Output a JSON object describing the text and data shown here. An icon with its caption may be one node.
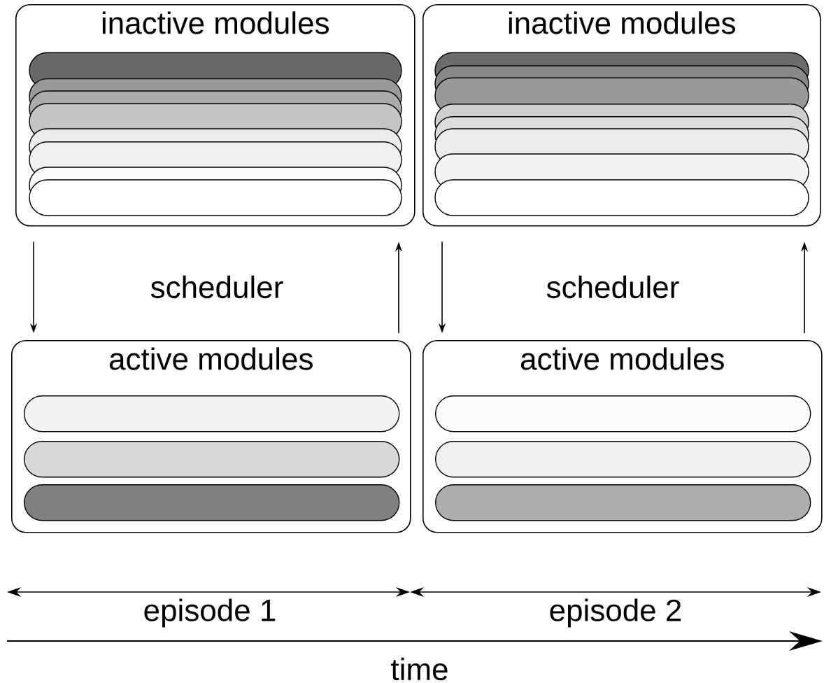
{
  "diagram": {
    "nodes": [
      {
        "text": [
          "inactive modules"
        ]
      },
      {
        "text": [
          "inactive modules"
        ]
      },
      {
        "text": [
          "active modules"
        ]
      },
      {
        "text": [],
        "shape": "capsule",
        "in": 2
      },
      {
        "text": [],
        "shape": "capsule",
        "in": 2
      },
      {
        "text": [],
        "shape": "capsule",
        "in": 2
      },
      {
        "text": [
          "active modules"
        ]
      },
      {
        "text": [],
        "shape": "capsule",
        "in": 6
      },
      {
        "text": [],
        "shape": "capsule",
        "in": 6
      },
      {
        "text": [],
        "shape": "capsule",
        "in": 6
      }
    ],
    "edges": [
      {
        "from": 0,
        "to": 2,
        "arrow": "to"
      },
      {
        "from": 2,
        "to": 0,
        "arrow": "to"
      },
      {
        "from": 1,
        "to": 6,
        "arrow": "to"
      },
      {
        "from": 6,
        "to": 1,
        "arrow": "to"
      }
    ],
    "labels": [
      "scheduler",
      "scheduler",
      "episode 1",
      "episode 2",
      "time"
    ]
  }
}
